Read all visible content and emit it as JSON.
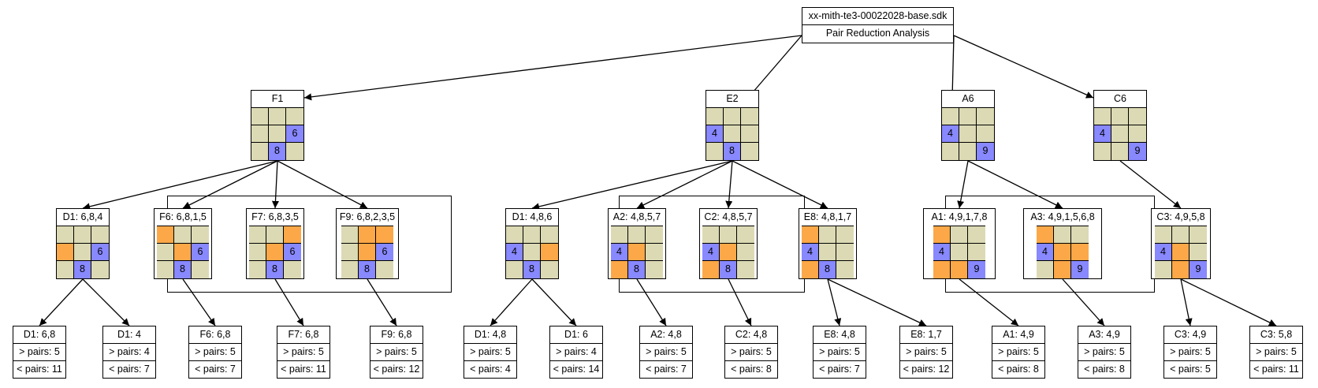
{
  "colors": {
    "candidate": "#fca848",
    "pair": "#8888ff",
    "empty": "#dcdab4"
  },
  "root": {
    "file": "xx-mith-te3-00022028-base.sdk",
    "title": "Pair Reduction Analysis"
  },
  "level1": [
    {
      "id": "F1",
      "label": "F1",
      "cells": [
        "",
        "",
        "",
        "",
        "",
        "6",
        "",
        "8",
        ""
      ],
      "colors": [
        "",
        "",
        "",
        "",
        "",
        "b",
        "",
        "b",
        ""
      ]
    },
    {
      "id": "E2",
      "label": "E2",
      "cells": [
        "",
        "",
        "",
        "4",
        "",
        "",
        "",
        "8",
        ""
      ],
      "colors": [
        "",
        "",
        "",
        "b",
        "",
        "",
        "",
        "b",
        ""
      ]
    },
    {
      "id": "A6",
      "label": "A6",
      "cells": [
        "",
        "",
        "",
        "4",
        "",
        "",
        "",
        "",
        "9"
      ],
      "colors": [
        "",
        "",
        "",
        "b",
        "",
        "",
        "",
        "",
        "b"
      ]
    },
    {
      "id": "C6",
      "label": "C6",
      "cells": [
        "",
        "",
        "",
        "4",
        "",
        "",
        "",
        "",
        "9"
      ],
      "colors": [
        "",
        "",
        "",
        "b",
        "",
        "",
        "",
        "",
        "b"
      ]
    }
  ],
  "level2": [
    {
      "id": "D1a",
      "label": "D1: 6,8,4",
      "cells": [
        "",
        "",
        "",
        "",
        "",
        "6",
        "",
        "8",
        ""
      ],
      "colors": [
        "",
        "",
        "",
        "o",
        "",
        "b",
        "",
        "b",
        ""
      ]
    },
    {
      "id": "F6",
      "label": "F6: 6,8,1,5",
      "cells": [
        "",
        "",
        "",
        "",
        "",
        "6",
        "",
        "8",
        ""
      ],
      "colors": [
        "o",
        "",
        "",
        "",
        "o",
        "b",
        "",
        "b",
        ""
      ]
    },
    {
      "id": "F7",
      "label": "F7: 6,8,3,5",
      "cells": [
        "",
        "",
        "",
        "",
        "",
        "6",
        "",
        "8",
        ""
      ],
      "colors": [
        "",
        "",
        "o",
        "",
        "o",
        "b",
        "",
        "b",
        ""
      ]
    },
    {
      "id": "F9",
      "label": "F9: 6,8,2,3,5",
      "cells": [
        "",
        "",
        "",
        "",
        "",
        "6",
        "",
        "8",
        ""
      ],
      "colors": [
        "",
        "o",
        "o",
        "",
        "o",
        "b",
        "",
        "b",
        ""
      ]
    },
    {
      "id": "D1b",
      "label": "D1: 4,8,6",
      "cells": [
        "",
        "",
        "",
        "4",
        "",
        "",
        "",
        "8",
        ""
      ],
      "colors": [
        "",
        "",
        "",
        "b",
        "",
        "o",
        "",
        "b",
        ""
      ]
    },
    {
      "id": "A2",
      "label": "A2: 4,8,5,7",
      "cells": [
        "",
        "",
        "",
        "4",
        "",
        "",
        "",
        "8",
        ""
      ],
      "colors": [
        "",
        "",
        "",
        "b",
        "o",
        "",
        "o",
        "b",
        ""
      ]
    },
    {
      "id": "C2",
      "label": "C2: 4,8,5,7",
      "cells": [
        "",
        "",
        "",
        "4",
        "",
        "",
        "",
        "8",
        ""
      ],
      "colors": [
        "",
        "",
        "",
        "b",
        "o",
        "",
        "o",
        "b",
        ""
      ]
    },
    {
      "id": "E8",
      "label": "E8: 4,8,1,7",
      "cells": [
        "",
        "",
        "",
        "4",
        "",
        "",
        "",
        "8",
        ""
      ],
      "colors": [
        "o",
        "",
        "",
        "b",
        "",
        "",
        "o",
        "b",
        ""
      ]
    },
    {
      "id": "A1",
      "label": "A1: 4,9,1,7,8",
      "cells": [
        "",
        "",
        "",
        "4",
        "",
        "",
        "",
        "",
        "9"
      ],
      "colors": [
        "o",
        "",
        "",
        "b",
        "",
        "",
        "o",
        "o",
        "b"
      ]
    },
    {
      "id": "A3",
      "label": "A3: 4,9,1,5,6,8",
      "cells": [
        "",
        "",
        "",
        "4",
        "",
        "",
        "",
        "",
        "9"
      ],
      "colors": [
        "o",
        "",
        "",
        "b",
        "o",
        "o",
        "",
        "o",
        "b"
      ]
    },
    {
      "id": "C3",
      "label": "C3: 4,9,5,8",
      "cells": [
        "",
        "",
        "",
        "4",
        "",
        "",
        "",
        "",
        "9"
      ],
      "colors": [
        "",
        "",
        "",
        "b",
        "o",
        "",
        "",
        "o",
        "b"
      ]
    }
  ],
  "leaves": [
    {
      "id": "L1",
      "label": "D1: 6,8",
      "more": "> pairs: 5",
      "less": "< pairs: 11"
    },
    {
      "id": "L2",
      "label": "D1: 4",
      "more": "> pairs: 4",
      "less": "< pairs: 7"
    },
    {
      "id": "L3",
      "label": "F6: 6,8",
      "more": "> pairs: 5",
      "less": "< pairs: 7"
    },
    {
      "id": "L4",
      "label": "F7: 6,8",
      "more": "> pairs: 5",
      "less": "< pairs: 11"
    },
    {
      "id": "L5",
      "label": "F9: 6,8",
      "more": "> pairs: 5",
      "less": "< pairs: 12"
    },
    {
      "id": "L6",
      "label": "D1: 4,8",
      "more": "> pairs: 5",
      "less": "< pairs: 4"
    },
    {
      "id": "L7",
      "label": "D1: 6",
      "more": "> pairs: 4",
      "less": "< pairs: 14"
    },
    {
      "id": "L8",
      "label": "A2: 4,8",
      "more": "> pairs: 5",
      "less": "< pairs: 7"
    },
    {
      "id": "L9",
      "label": "C2: 4,8",
      "more": "> pairs: 5",
      "less": "< pairs: 8"
    },
    {
      "id": "L10",
      "label": "E8: 4,8",
      "more": "> pairs: 5",
      "less": "< pairs: 7"
    },
    {
      "id": "L11",
      "label": "E8: 1,7",
      "more": "> pairs: 5",
      "less": "< pairs: 12"
    },
    {
      "id": "L12",
      "label": "A1: 4,9",
      "more": "> pairs: 5",
      "less": "< pairs: 8"
    },
    {
      "id": "L13",
      "label": "A3: 4,9",
      "more": "> pairs: 5",
      "less": "< pairs: 8"
    },
    {
      "id": "L14",
      "label": "C3: 4,9",
      "more": "> pairs: 5",
      "less": "< pairs: 5"
    },
    {
      "id": "L15",
      "label": "C3: 5,8",
      "more": "> pairs: 5",
      "less": "< pairs: 11"
    }
  ],
  "edges": [
    [
      "root",
      "F1"
    ],
    [
      "root",
      "E2"
    ],
    [
      "root",
      "A6"
    ],
    [
      "root",
      "C6"
    ],
    [
      "F1",
      "D1a"
    ],
    [
      "F1",
      "F6"
    ],
    [
      "F1",
      "F7"
    ],
    [
      "F1",
      "F9"
    ],
    [
      "E2",
      "D1b"
    ],
    [
      "E2",
      "A2"
    ],
    [
      "E2",
      "C2"
    ],
    [
      "E2",
      "E8"
    ],
    [
      "A6",
      "A1"
    ],
    [
      "A6",
      "A3"
    ],
    [
      "C6",
      "C3"
    ],
    [
      "D1a",
      "L1"
    ],
    [
      "D1a",
      "L2"
    ],
    [
      "F6",
      "L3"
    ],
    [
      "F7",
      "L4"
    ],
    [
      "F9",
      "L5"
    ],
    [
      "D1b",
      "L6"
    ],
    [
      "D1b",
      "L7"
    ],
    [
      "A2",
      "L8"
    ],
    [
      "C2",
      "L9"
    ],
    [
      "E8",
      "L10"
    ],
    [
      "E8",
      "L11"
    ],
    [
      "A1",
      "L12"
    ],
    [
      "A3",
      "L13"
    ],
    [
      "C3",
      "L14"
    ],
    [
      "C3",
      "L15"
    ]
  ]
}
